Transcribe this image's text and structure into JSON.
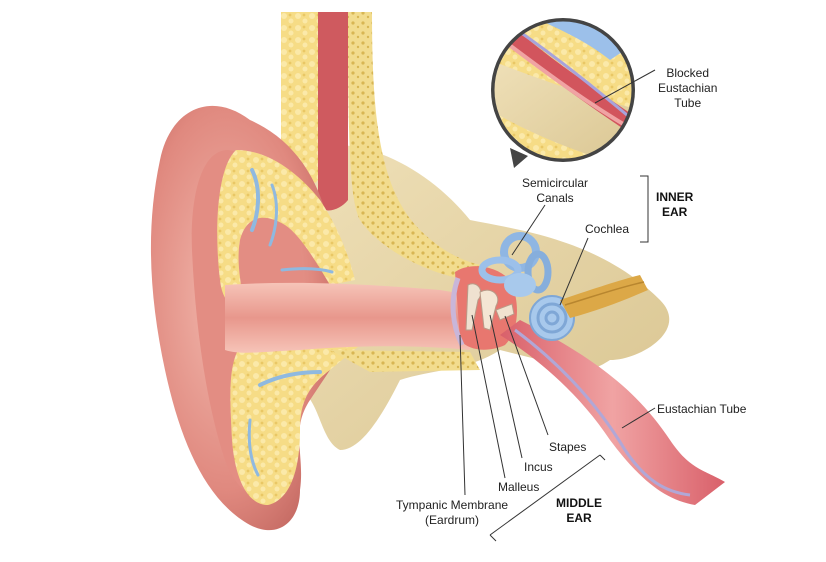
{
  "labels": {
    "blocked_line1": "Blocked",
    "blocked_line2": "Eustachian",
    "blocked_line3": "Tube",
    "semicircular_line1": "Semicircular",
    "semicircular_line2": "Canals",
    "cochlea": "Cochlea",
    "eustachian_tube": "Eustachian Tube",
    "stapes": "Stapes",
    "incus": "Incus",
    "malleus": "Malleus",
    "tympanic_line1": "Tympanic Membrane",
    "tympanic_line2": "(Eardrum)"
  },
  "groups": {
    "inner_line1": "INNER",
    "inner_line2": "EAR",
    "middle_line1": "MIDDLE",
    "middle_line2": "EAR"
  },
  "colors": {
    "skin": "#e79a90",
    "skin_dark": "#c96d66",
    "cartilage": "#f7e08a",
    "bone": "#e8d6a8",
    "canal": "#f3b3a8",
    "muscle": "#c8535a",
    "inner_ear": "#9fc3e8",
    "nerve": "#d9a63a"
  }
}
